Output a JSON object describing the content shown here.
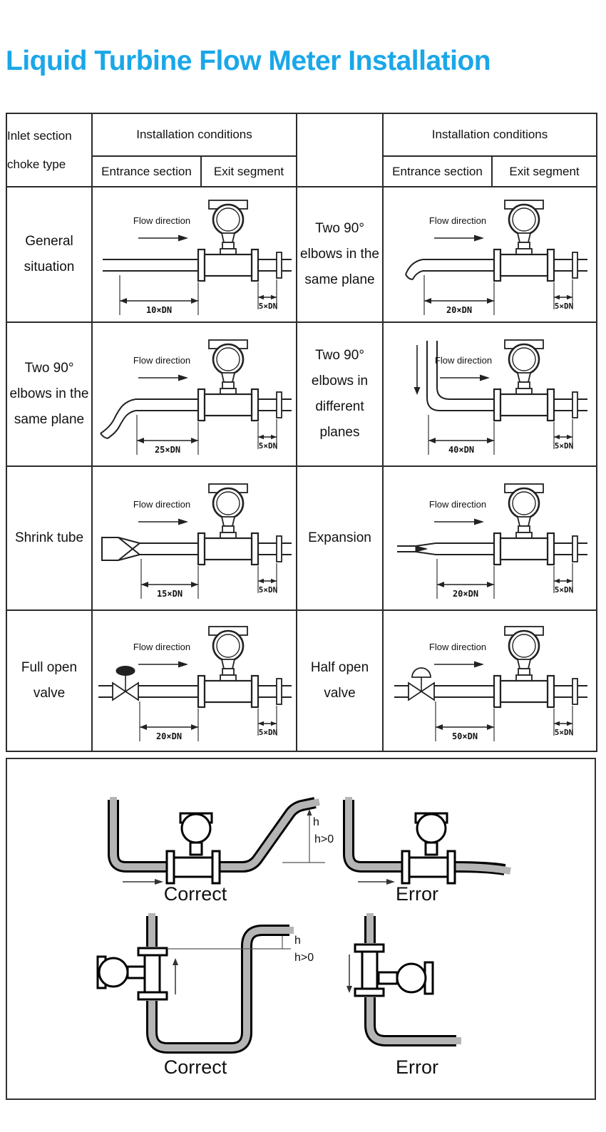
{
  "title": {
    "text": "Liquid Turbine Flow Meter Installation",
    "color": "#1aa7e8"
  },
  "table": {
    "header": {
      "inlet_choke": "Inlet section choke type",
      "install_cond_left": "Installation conditions",
      "install_cond_right": "Installation conditions",
      "entrance_left": "Entrance section",
      "exit_left": "Exit segment",
      "entrance_right": "Entrance section",
      "exit_right": "Exit segment"
    },
    "flow_direction_label": "Flow direction",
    "rows": [
      {
        "left": {
          "label": "General situation",
          "entrance": "10×DN",
          "exit": "5×DN"
        },
        "right": {
          "label": "Two 90° elbows in the same plane",
          "entrance": "20×DN",
          "exit": "5×DN"
        }
      },
      {
        "left": {
          "label": "Two 90° elbows in the same plane",
          "entrance": "25×DN",
          "exit": "5×DN"
        },
        "right": {
          "label": "Two 90° elbows in different planes",
          "entrance": "40×DN",
          "exit": "5×DN"
        }
      },
      {
        "left": {
          "label": "Shrink tube",
          "entrance": "15×DN",
          "exit": "5×DN"
        },
        "right": {
          "label": "Expansion",
          "entrance": "20×DN",
          "exit": "5×DN"
        }
      },
      {
        "left": {
          "label": "Full open valve",
          "entrance": "20×DN",
          "exit": "5×DN"
        },
        "right": {
          "label": "Half open valve",
          "entrance": "50×DN",
          "exit": "5×DN"
        }
      }
    ]
  },
  "guide": {
    "top_left_label": "Correct",
    "top_right_label": "Error",
    "bottom_left_label": "Correct",
    "bottom_right_label": "Error",
    "h_label": "h",
    "h_condition": "h>0"
  }
}
